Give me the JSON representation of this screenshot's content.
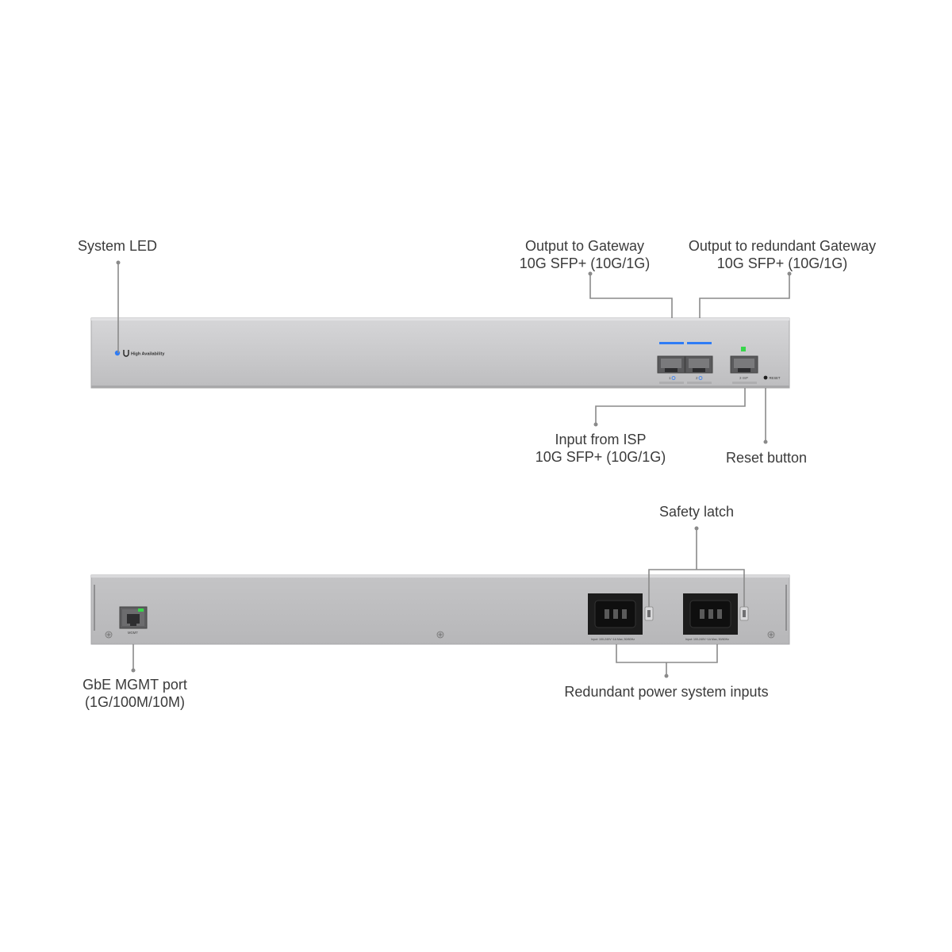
{
  "front_panel": {
    "badge_text": "High Availability",
    "sfp_ports": [
      {
        "number": "1"
      },
      {
        "number": "2"
      }
    ],
    "isp_port_label": "3 ISP",
    "reset_label": "RESET"
  },
  "rear_panel": {
    "mgmt_label": "MGMT",
    "power_inputs": [
      {
        "rating": "Input: 100-240V~1A Max, 50/60Hz"
      },
      {
        "rating": "Input: 100-240V~1A Max, 50/60Hz"
      }
    ]
  },
  "callouts": {
    "system_led": {
      "line1": "System LED"
    },
    "output_gateway": {
      "line1": "Output to Gateway",
      "line2": "10G SFP+ (10G/1G)"
    },
    "output_redundant": {
      "line1": "Output to redundant Gateway",
      "line2": "10G SFP+ (10G/1G)"
    },
    "input_isp": {
      "line1": "Input from ISP",
      "line2": "10G SFP+ (10G/1G)"
    },
    "reset": {
      "line1": "Reset button"
    },
    "safety_latch": {
      "line1": "Safety latch"
    },
    "mgmt_port": {
      "line1": "GbE MGMT port",
      "line2": "(1G/100M/10M)"
    },
    "power_inputs": {
      "line1": "Redundant power system inputs"
    }
  },
  "colors": {
    "chassis": "#c9c9cb",
    "chassis_edge": "#a9a9ab",
    "led_blue": "#2f7cf6",
    "led_green": "#37d64a",
    "leader": "#8a8a8a",
    "text": "#3b3b3b"
  }
}
